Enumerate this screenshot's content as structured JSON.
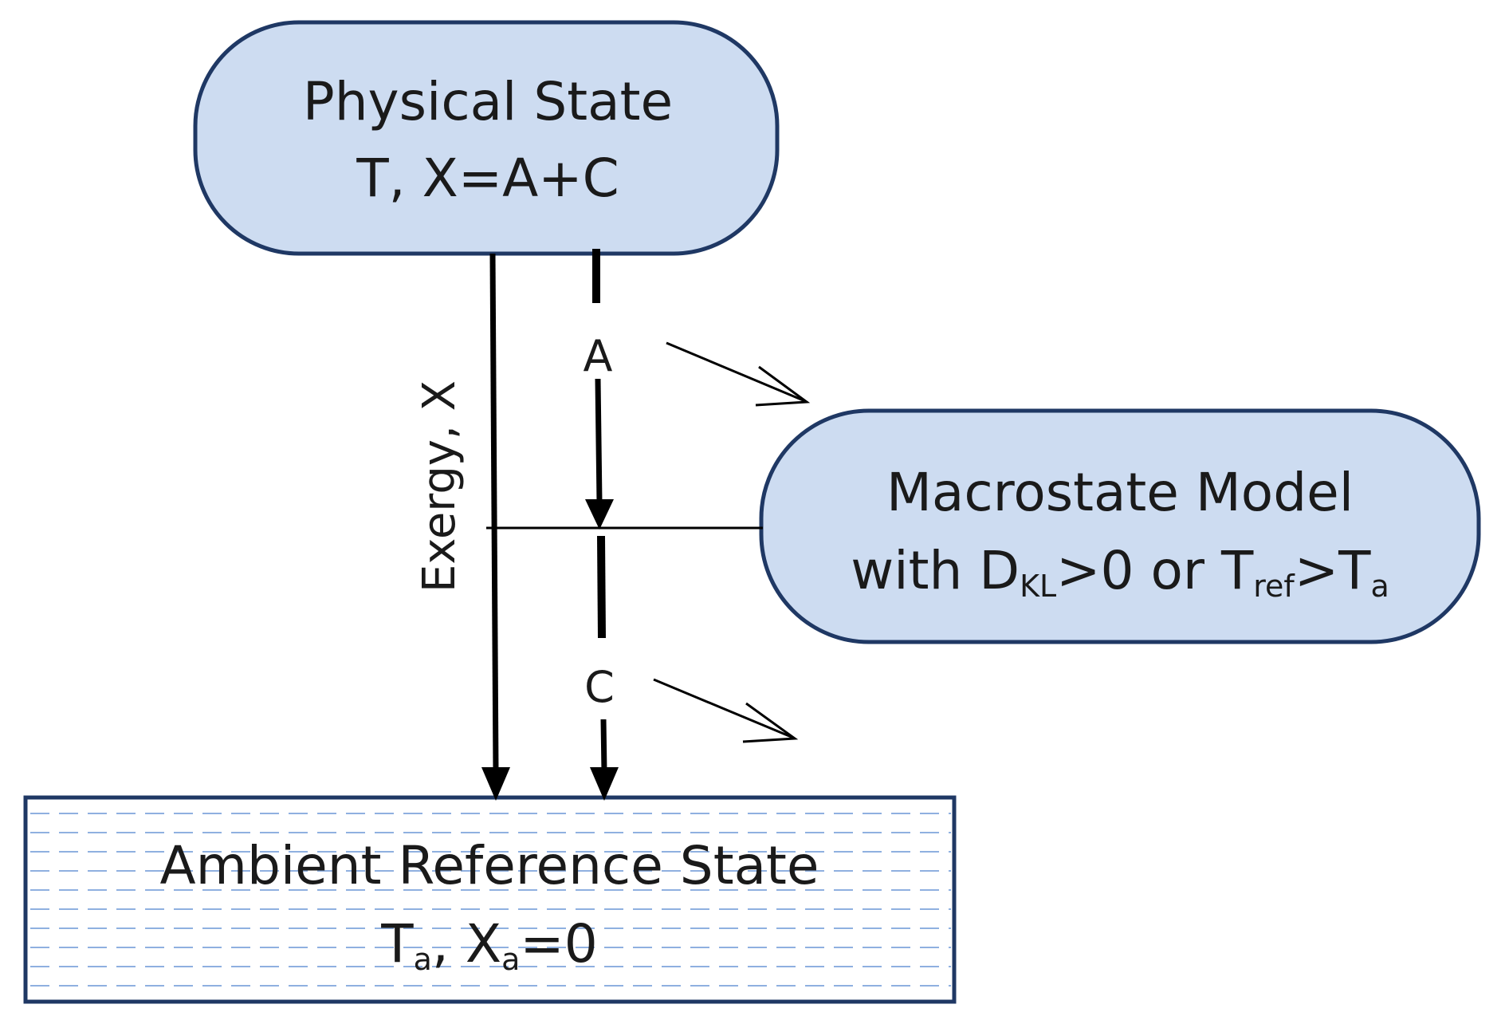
{
  "colors": {
    "node_fill": "#cddcf1",
    "node_stroke": "#1f3864",
    "line": "#000000",
    "hatch": "#8fb0e0"
  },
  "nodes": {
    "physical_state": {
      "line1": "Physical State",
      "line2": "T, X=A+C"
    },
    "macrostate_model": {
      "line1": "Macrostate Model",
      "line2_pre": "with D",
      "line2_sub1": "KL",
      "line2_mid": ">0 or T",
      "line2_sub2": "ref",
      "line2_mid2": ">T",
      "line2_sub3": "a"
    },
    "ambient_reference": {
      "line1": "Ambient Reference State",
      "line2_t": "T",
      "line2_t_sub": "a",
      "line2_sep": ",  X",
      "line2_x_sub": "a",
      "line2_end": "=0"
    }
  },
  "labels": {
    "exergy": "Exergy, X",
    "a": "A",
    "c": "C"
  }
}
